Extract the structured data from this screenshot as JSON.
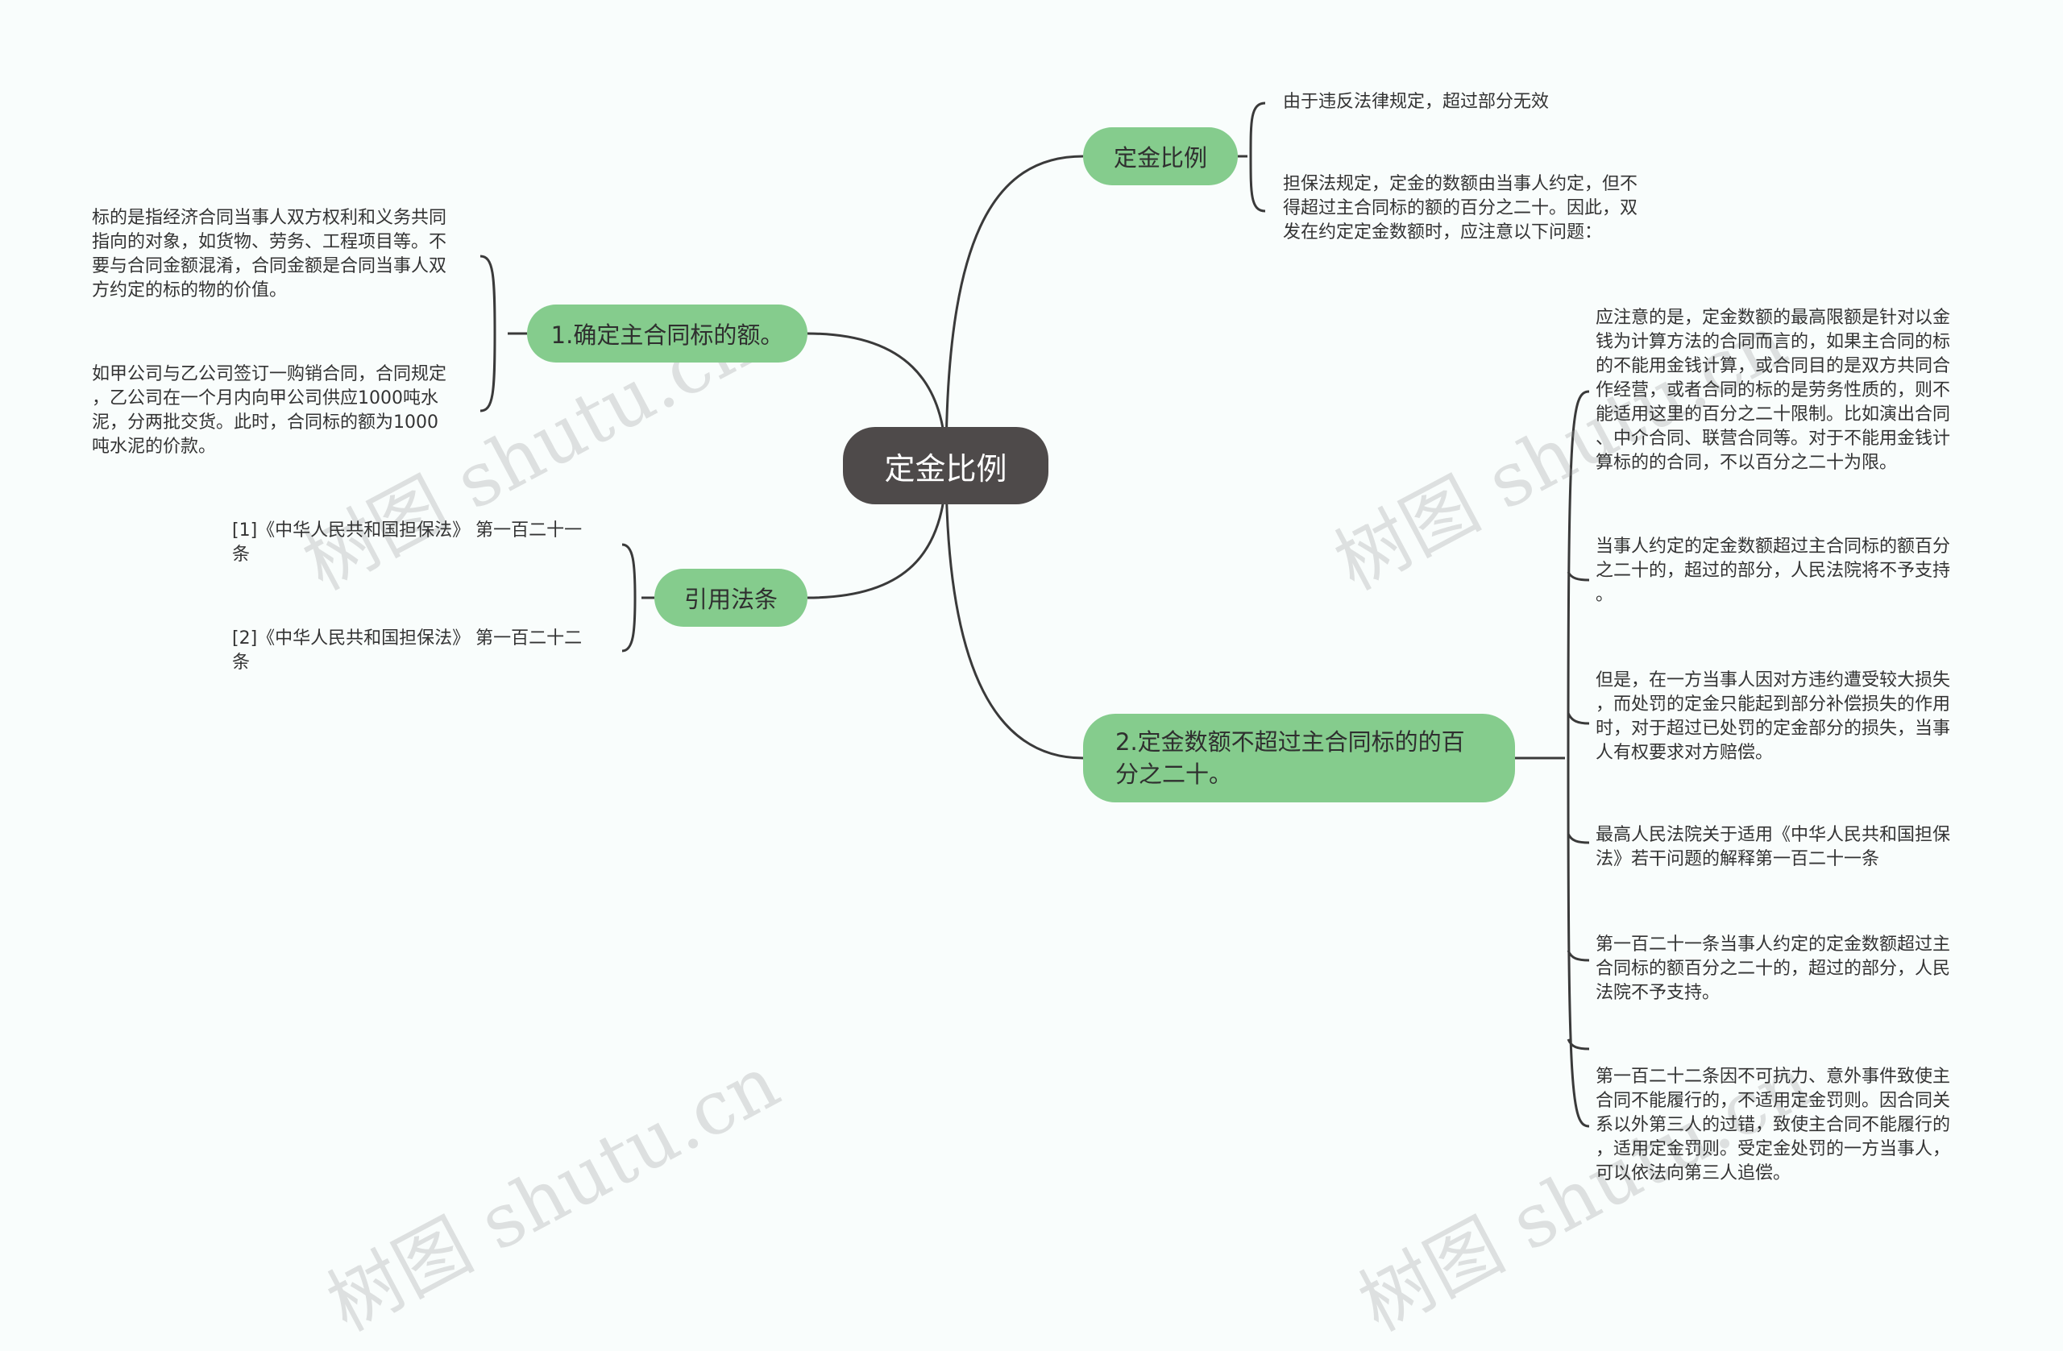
{
  "root": {
    "label": "定金比例"
  },
  "branches": {
    "dingjin": {
      "label": "定金比例",
      "leaves": [
        "由于违反法律规定，超过部分无效",
        "担保法规定，定金的数额由当事人约定，但不\n得超过主合同标的额的百分之二十。因此，双\n发在约定定金数额时，应注意以下问题："
      ]
    },
    "biaodi": {
      "label": "1.确定主合同标的额。",
      "leaves": [
        "标的是指经济合同当事人双方权利和义务共同\n指向的对象，如货物、劳务、工程项目等。不\n要与合同金额混淆，合同金额是合同当事人双\n方约定的标的物的价值。",
        "如甲公司与乙公司签订一购销合同，合同规定\n，乙公司在一个月内向甲公司供应1000吨水\n泥，分两批交货。此时，合同标的额为1000\n吨水泥的价款。"
      ]
    },
    "fatiao": {
      "label": "引用法条",
      "leaves": [
        "[1]《中华人民共和国担保法》 第一百二十一\n条",
        "[2]《中华人民共和国担保法》 第一百二十二\n条"
      ]
    },
    "baifen": {
      "label": "2.定金数额不超过主合同标的的百\n分之二十。",
      "leaves": [
        "应注意的是，定金数额的最高限额是针对以金\n钱为计算方法的合同而言的，如果主合同的标\n的不能用金钱计算，或合同目的是双方共同合\n作经营，或者合同的标的是劳务性质的，则不\n能适用这里的百分之二十限制。比如演出合同\n、中介合同、联营合同等。对于不能用金钱计\n算标的的合同，不以百分之二十为限。",
        "当事人约定的定金数额超过主合同标的额百分\n之二十的，超过的部分，人民法院将不予支持\n。",
        "但是，在一方当事人因对方违约遭受较大损失\n，而处罚的定金只能起到部分补偿损失的作用\n时，对于超过已处罚的定金部分的损失，当事\n人有权要求对方赔偿。",
        "最高人民法院关于适用《中华人民共和国担保\n法》若干问题的解释第一百二十一条",
        "第一百二十一条当事人约定的定金数额超过主\n合同标的额百分之二十的，超过的部分，人民\n法院不予支持。",
        "第一百二十二条因不可抗力、意外事件致使主\n合同不能履行的，不适用定金罚则。因合同关\n系以外第三人的过错，致使主合同不能履行的\n，适用定金罚则。受定金处罚的一方当事人，\n可以依法向第三人追偿。"
      ]
    }
  },
  "watermark": {
    "text": "树图 shutu.cn"
  },
  "colors": {
    "background": "#f9fdfc",
    "root_fill": "#4e4a4a",
    "branch_fill": "#85cc8d",
    "line": "#3a3a3a"
  }
}
